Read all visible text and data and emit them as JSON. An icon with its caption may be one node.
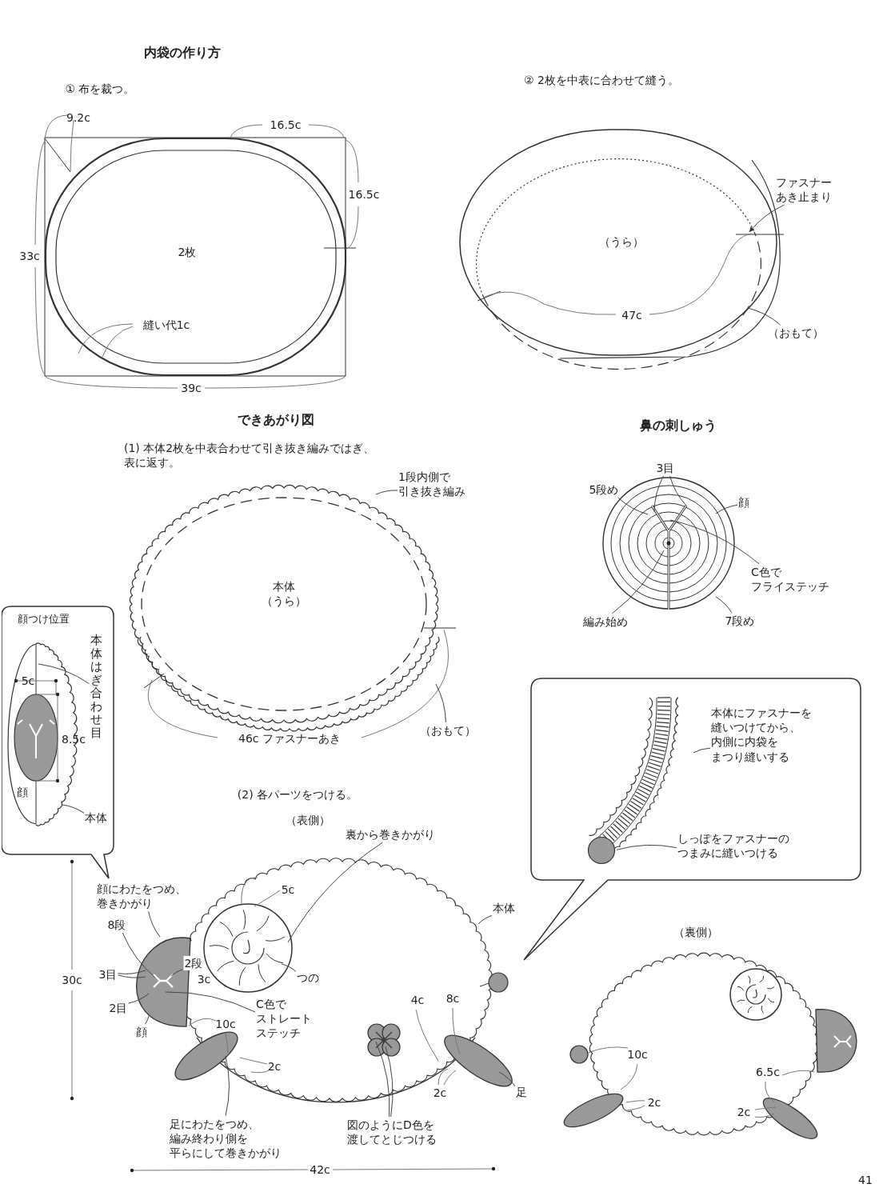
{
  "diagram": {
    "title": "内袋の作り方",
    "nodes": [
      {
        "text": [
          "ファスナーあき止まり"
        ]
      },
      {
        "text": [
          "（おもて）"
        ]
      },
      {
        "text": [
          "1段内側で引き抜き編み"
        ]
      },
      {
        "text": [
          "顔"
        ]
      },
      {
        "text": [
          "3目"
        ]
      },
      {
        "text": [
          "5段め"
        ]
      },
      {
        "text": [
          "C色でフライステッチ"
        ]
      },
      {
        "text": [
          "（おもて）"
        ]
      },
      {
        "text": [
          "編み始め"
        ]
      },
      {
        "text": [
          "7段め"
        ]
      },
      {
        "text": [
          "顔つけ位置"
        ]
      },
      {
        "text": [
          "本体はぎ合わせ目"
        ],
        "in": 10
      },
      {
        "text": [
          "本体"
        ],
        "in": 10
      },
      {
        "text": [],
        "shape": "box"
      },
      {
        "text": [
          "本体にファスナーを縫いつけてから、内側に内袋をまつり縫いする"
        ],
        "in": 13
      },
      {
        "text": [
          "しっぽをファスナーのつまみに縫いつける"
        ],
        "in": 13
      },
      {
        "text": [
          "裏から巻きかがり"
        ]
      },
      {
        "text": [
          "顔にわたをつめ、巻きかがり"
        ]
      },
      {
        "text": [
          "本体"
        ]
      },
      {
        "text": [
          "8段"
        ]
      },
      {
        "text": [
          "2段"
        ]
      },
      {
        "text": [
          "3目"
        ]
      },
      {
        "text": [
          "つの"
        ]
      },
      {
        "text": [
          "2目"
        ]
      },
      {
        "text": [
          "C色でストレートステッチ"
        ]
      },
      {
        "text": [
          "顔"
        ]
      },
      {
        "text": [
          "足"
        ]
      },
      {
        "text": [
          "足にわたをつめ、編み終わり側を平らにして巻きかがり"
        ]
      },
      {
        "text": [
          "図のようにD色を渡してとじつける"
        ]
      },
      {
        "text": [],
        "shape": "picture",
        "in": 13
      },
      {
        "text": [],
        "shape": "circle",
        "in": 13
      }
    ],
    "edges": [
      {
        "from": 0,
        "to": null,
        "arrow": "to"
      },
      {
        "from": 1,
        "to": null,
        "arrow": "none"
      },
      {
        "from": 2,
        "to": null,
        "arrow": "none"
      },
      {
        "from": 3,
        "to": null,
        "arrow": "none"
      },
      {
        "from": 4,
        "to": null,
        "arrow": "none"
      },
      {
        "from": 4,
        "to": null,
        "arrow": "none"
      },
      {
        "from": 5,
        "to": null,
        "arrow": "none"
      },
      {
        "from": 6,
        "to": null,
        "arrow": "none"
      },
      {
        "from": 7,
        "to": null,
        "arrow": "none"
      },
      {
        "from": 8,
        "to": null,
        "arrow": "none"
      },
      {
        "from": 9,
        "to": null,
        "arrow": "none"
      },
      {
        "from": 11,
        "to": null,
        "arrow": "none"
      },
      {
        "from": 12,
        "to": null,
        "arrow": "none"
      },
      {
        "from": 14,
        "to": 29,
        "arrow": "none"
      },
      {
        "from": 15,
        "to": 30,
        "arrow": "none"
      },
      {
        "from": 16,
        "to": null,
        "arrow": "none"
      },
      {
        "from": 17,
        "to": null,
        "arrow": "none"
      },
      {
        "from": 18,
        "to": null,
        "arrow": "none"
      },
      {
        "from": 19,
        "to": null,
        "arrow": "none"
      },
      {
        "from": 20,
        "to": null,
        "arrow": "none"
      },
      {
        "from": 21,
        "to": null,
        "arrow": "none"
      },
      {
        "from": 21,
        "to": null,
        "arrow": "none"
      },
      {
        "from": 22,
        "to": null,
        "arrow": "none"
      },
      {
        "from": 23,
        "to": null,
        "arrow": "none"
      },
      {
        "from": 24,
        "to": null,
        "arrow": "none"
      },
      {
        "from": 25,
        "to": null,
        "arrow": "none"
      },
      {
        "from": 26,
        "to": null,
        "arrow": "none"
      },
      {
        "from": 27,
        "to": null,
        "arrow": "none"
      },
      {
        "from": 28,
        "to": null,
        "arrow": "none"
      },
      {
        "from": 28,
        "to": null,
        "arrow": "none"
      }
    ],
    "labels": [
      "① 布を裁つ。",
      "② 2枚を中表に合わせて縫う。",
      "9.2c",
      "16.5c",
      "16.5c",
      "33c",
      "2枚",
      "（うら）",
      "縫い代1c",
      "47c",
      "39c",
      "できあがり図",
      "鼻の刺しゅう",
      "(1) 本体2枚を中表合わせて引き抜き編みではぎ、表に返す。",
      "本体（うら）",
      "46c ファスナーあき",
      "5c",
      "8.5c",
      "顔",
      "(2) 各パーツをつける。",
      "（表側）",
      "5c",
      "3c",
      "10c",
      "4c",
      "8c",
      "2c",
      "2c",
      "30c",
      "42c",
      "（裏側）",
      "10c",
      "6.5c",
      "2c",
      "2c",
      "41"
    ]
  }
}
